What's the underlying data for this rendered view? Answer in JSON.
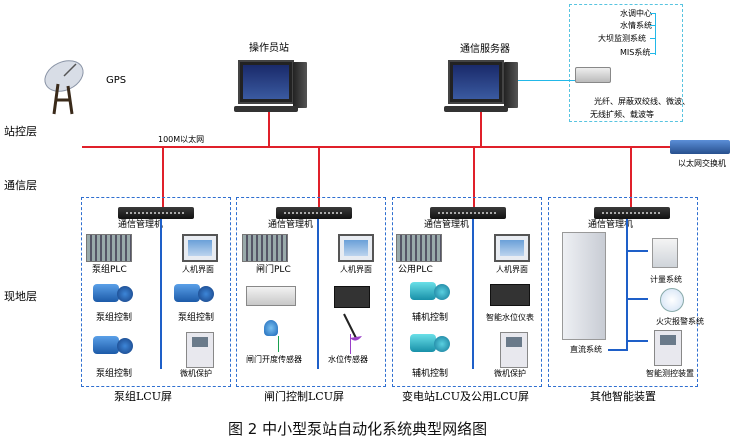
{
  "layers": {
    "station": "站控层",
    "comm": "通信层",
    "field": "现地层"
  },
  "top": {
    "gps": "GPS",
    "operator": "操作员站",
    "server": "通信服务器",
    "ethernet": "100M以太网",
    "switch": "以太网交换机",
    "external": [
      "水调中心",
      "水情系统",
      "大坝监测系统",
      "MIS系统"
    ],
    "media": [
      "光纤、屏蔽双绞线、微波、",
      "无线扩频、载波等"
    ]
  },
  "panels": [
    {
      "manager": "通信管理机",
      "title": "泵组LCU屏",
      "labels": [
        "泵组PLC",
        "人机界面",
        "泵组控制",
        "泵组控制",
        "泵组控制",
        "微机保护"
      ]
    },
    {
      "manager": "通信管理机",
      "title": "闸门控制LCU屏",
      "labels": [
        "闸门PLC",
        "人机界面",
        "闸门开度传感器",
        "水位传感器"
      ]
    },
    {
      "manager": "通信管理机",
      "title": "变电站LCU及公用LCU屏",
      "labels": [
        "公用PLC",
        "人机界面",
        "辅机控制",
        "智能水位仪表",
        "辅机控制",
        "微机保护"
      ]
    },
    {
      "manager": "通信管理机",
      "title": "其他智能装置",
      "labels": [
        "直流系统",
        "计量系统",
        "火灾报警系统",
        "智能测控装置"
      ]
    }
  ],
  "caption": "图 2  中小型泵站自动化系统典型网络图",
  "colors": {
    "ethernet": "#e0202a",
    "panel_border": "#2f6fd0",
    "link": "#22b8e8"
  }
}
